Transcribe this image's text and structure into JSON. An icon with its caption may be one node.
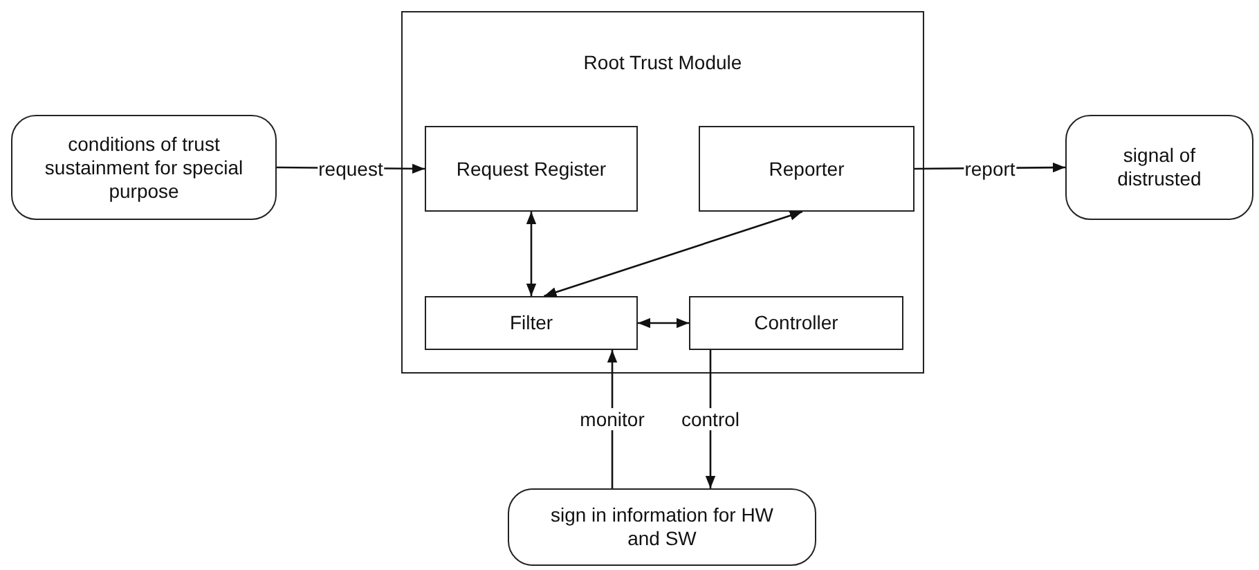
{
  "diagram": {
    "nodes": [
      {
        "text": [
          "Root Trust Module"
        ]
      },
      {
        "text": [
          "conditions of trust sustainment for special purpose"
        ]
      },
      {
        "text": [
          "Request Register"
        ],
        "in": 0
      },
      {
        "text": [
          "Reporter"
        ],
        "in": 0
      },
      {
        "text": [
          "Filter"
        ],
        "in": 0
      },
      {
        "text": [
          "Controller"
        ],
        "in": 0
      },
      {
        "text": [
          "signal of distrusted"
        ]
      },
      {
        "text": [
          "sign in information for HW and SW"
        ]
      }
    ],
    "edges": [
      {
        "from": 1,
        "to": 2,
        "arrow": "to",
        "label": "request"
      },
      {
        "from": 3,
        "to": 6,
        "arrow": "to",
        "label": "report"
      },
      {
        "from": 2,
        "to": 4,
        "arrow": "both"
      },
      {
        "from": 4,
        "to": 3,
        "arrow": "both"
      },
      {
        "from": 4,
        "to": 5,
        "arrow": "both"
      },
      {
        "from": 7,
        "to": 4,
        "arrow": "to",
        "label": "monitor"
      },
      {
        "from": 5,
        "to": 7,
        "arrow": "to",
        "label": "control"
      }
    ]
  }
}
